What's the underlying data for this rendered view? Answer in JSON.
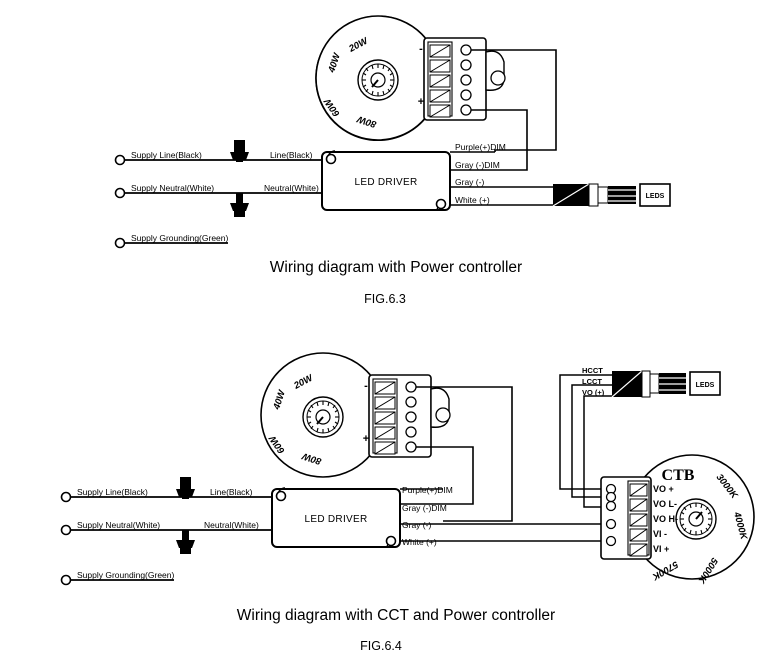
{
  "page": {
    "background": "#ffffff",
    "ink": "#000000"
  },
  "figures": [
    {
      "id": "fig63",
      "caption_title": "Wiring diagram with Power controller",
      "caption_fig": "FIG.6.3",
      "power_controller": {
        "name": "power-controller",
        "dial_labels": [
          "20W",
          "40W",
          "60W",
          "80W"
        ],
        "terminal_minus": "-",
        "terminal_plus": "+",
        "terminal_count": 5
      },
      "driver": {
        "label": "LED   DRIVER"
      },
      "supply_labels": [
        "Supply Line(Black)",
        "Supply Neutral(White)",
        "Supply Grounding(Green)"
      ],
      "input_labels": [
        "Line(Black)",
        "Neutral(White)"
      ],
      "output_labels": [
        "Purple(+)DIM",
        "Gray (-)DIM",
        "Gray (-)",
        "White (+)"
      ],
      "leds_label": "LEDS"
    },
    {
      "id": "fig64",
      "caption_title": "Wiring diagram with  CCT and Power controller",
      "caption_fig": "FIG.6.4",
      "power_controller": {
        "name": "power-controller",
        "dial_labels": [
          "20W",
          "40W",
          "60W",
          "80W"
        ],
        "terminal_minus": "-",
        "terminal_plus": "+",
        "terminal_count": 5
      },
      "driver": {
        "label": "LED   DRIVER"
      },
      "supply_labels": [
        "Supply Line(Black)",
        "Supply Neutral(White)",
        "Supply Grounding(Green)"
      ],
      "input_labels": [
        "Line(Black)",
        "Neutral(White)"
      ],
      "output_labels": [
        "Purple(+)DIM",
        "Gray (-)DIM",
        "Gray (-)",
        "White (+)"
      ],
      "cct_controller": {
        "name": "CTB",
        "terminals": [
          "VO +",
          "VO L-",
          "VO H-",
          "VI -",
          "VI +"
        ],
        "kelvin_labels": [
          "3000K",
          "4000K",
          "5000K",
          "5700K"
        ]
      },
      "cct_output_labels": [
        "HCCT",
        "LCCT",
        "VO (+)"
      ],
      "leds_label": "LEDS"
    }
  ]
}
